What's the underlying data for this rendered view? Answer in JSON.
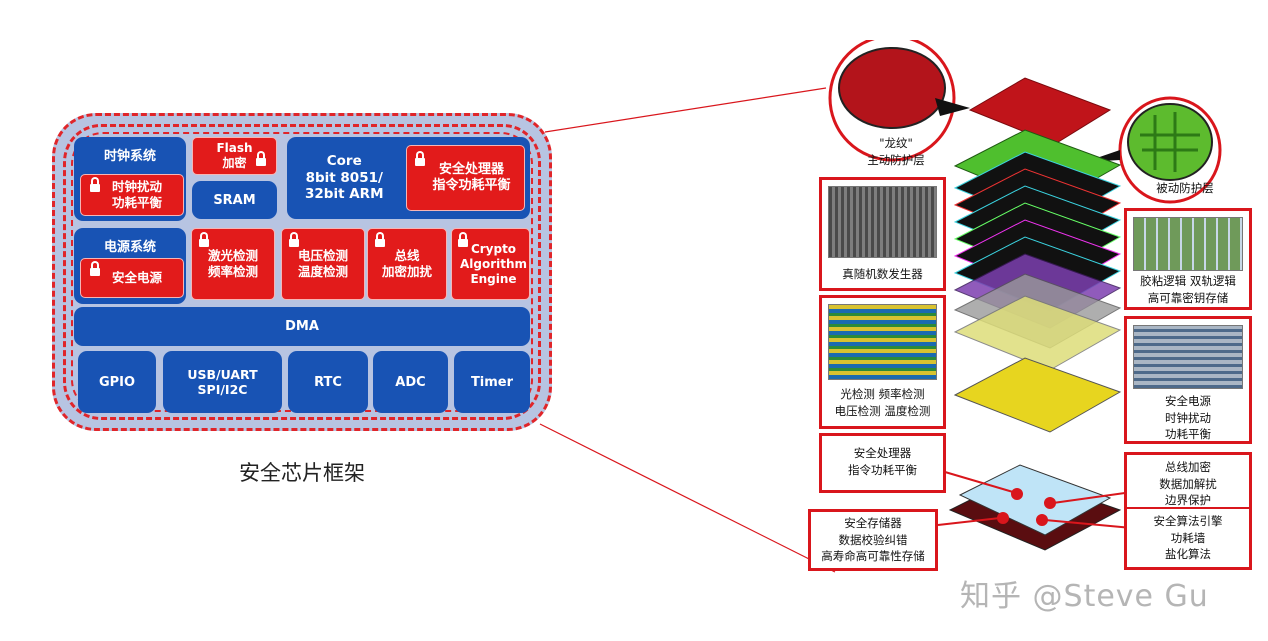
{
  "left_diagram": {
    "clock_system": {
      "title": "时钟系统",
      "secure": "时钟扰动\n功耗平衡"
    },
    "flash": {
      "label": "Flash\n加密"
    },
    "sram": {
      "label": "SRAM"
    },
    "core": {
      "label": "Core\n8bit 8051/\n32bit ARM",
      "secure": "安全处理器\n指令功耗平衡"
    },
    "power_system": {
      "title": "电源系统",
      "secure": "安全电源"
    },
    "laser": {
      "label": "激光检测\n频率检测"
    },
    "voltage": {
      "label": "电压检测\n温度检测"
    },
    "bus": {
      "label": "总线\n加密加扰"
    },
    "crypto": {
      "label": "Crypto\nAlgorithm\nEngine"
    },
    "dma": {
      "label": "DMA"
    },
    "peripherals": [
      "GPIO",
      "USB/UART\nSPI/I2C",
      "RTC",
      "ADC",
      "Timer"
    ],
    "caption": "安全芯片框架"
  },
  "right_diagram": {
    "active_shield": "\"龙纹\"\n主动防护层",
    "passive_shield": "被动防护层",
    "trng": "真随机数发生器",
    "detectors": "光检测   频率检测\n电压检测   温度检测",
    "glue_logic": "胶粘逻辑  双轨逻辑\n高可靠密钥存储",
    "secure_power": "安全电源\n时钟扰动\n功耗平衡",
    "secure_cpu": "安全处理器\n指令功耗平衡",
    "bus_encrypt": "总线加密\n数据加解扰\n边界保护",
    "secure_storage": "安全存储器\n数据校验纠错\n高寿命高可靠性存储",
    "secure_algo": "安全算法引擎\n功耗墙\n盐化算法"
  },
  "watermark": "知乎 @Steve Gu",
  "colors": {
    "block_blue": "#1853b4",
    "secure_red": "#e21b1b",
    "frame_fill": "#b7c4e2",
    "label_border": "#d9161c"
  }
}
